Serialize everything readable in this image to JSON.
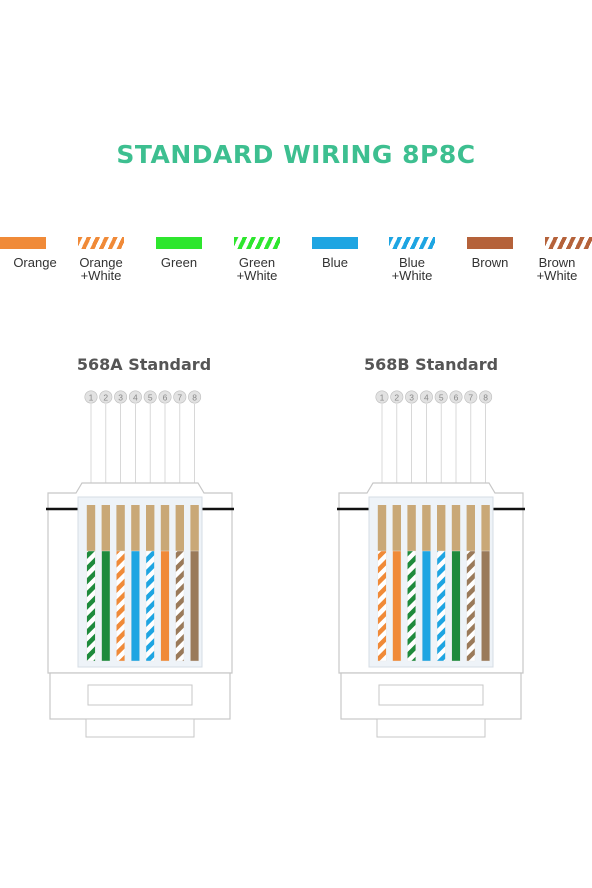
{
  "title": "STANDARD WIRING 8P8C",
  "colors": {
    "orange": "#f08a38",
    "green": "#2ee62e",
    "blue": "#1ea5e2",
    "brown": "#b5623a",
    "title": "#3dbf90",
    "wire_green_dark": "#1e8a3c",
    "wire_brown_dark": "#9a7a5a"
  },
  "legend": [
    {
      "label": "Orange",
      "color": "orange",
      "striped": false
    },
    {
      "label": "Orange\n+White",
      "color": "orange",
      "striped": true
    },
    {
      "label": "Green",
      "color": "green",
      "striped": false
    },
    {
      "label": "Green\n+White",
      "color": "green",
      "striped": true
    },
    {
      "label": "Blue",
      "color": "blue",
      "striped": false
    },
    {
      "label": "Blue\n+White",
      "color": "blue",
      "striped": true
    },
    {
      "label": "Brown",
      "color": "brown",
      "striped": false
    },
    {
      "label": "Brown\n+White",
      "color": "brown",
      "striped": true
    }
  ],
  "standards": [
    {
      "title": "568A Standard",
      "pins": [
        "1",
        "2",
        "3",
        "4",
        "5",
        "6",
        "7",
        "8"
      ],
      "wires": [
        {
          "color": "green",
          "striped": true
        },
        {
          "color": "green",
          "striped": false
        },
        {
          "color": "orange",
          "striped": true
        },
        {
          "color": "blue",
          "striped": false
        },
        {
          "color": "blue",
          "striped": true
        },
        {
          "color": "orange",
          "striped": false
        },
        {
          "color": "brown",
          "striped": true
        },
        {
          "color": "brown",
          "striped": false
        }
      ]
    },
    {
      "title": "568B Standard",
      "pins": [
        "1",
        "2",
        "3",
        "4",
        "5",
        "6",
        "7",
        "8"
      ],
      "wires": [
        {
          "color": "orange",
          "striped": true
        },
        {
          "color": "orange",
          "striped": false
        },
        {
          "color": "green",
          "striped": true
        },
        {
          "color": "blue",
          "striped": false
        },
        {
          "color": "blue",
          "striped": true
        },
        {
          "color": "green",
          "striped": false
        },
        {
          "color": "brown",
          "striped": true
        },
        {
          "color": "brown",
          "striped": false
        }
      ]
    }
  ]
}
